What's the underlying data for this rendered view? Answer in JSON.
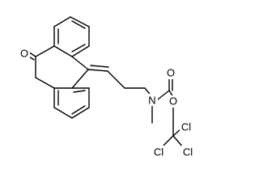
{
  "molecule": {
    "atoms": {
      "ketone_oxygen": "O",
      "nitrogen": "N",
      "carbonyl_oxygen": "O",
      "ester_oxygen": "O",
      "chlorine_top": "Cl",
      "chlorine_left": "Cl",
      "chlorine_right": "Cl"
    }
  }
}
